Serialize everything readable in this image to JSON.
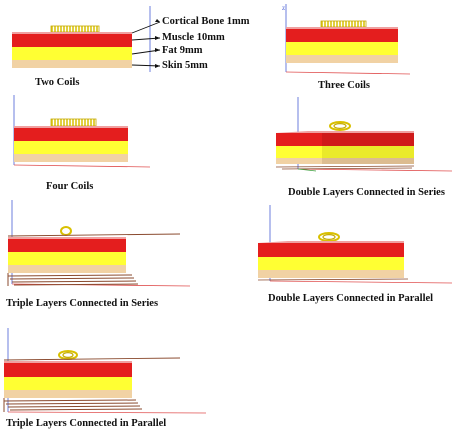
{
  "layers": [
    {
      "name": "Cortical Bone",
      "thickness": "1mm",
      "label": "Cortical Bone 1mm"
    },
    {
      "name": "Muscle",
      "thickness": "10mm",
      "label": "Muscle 10mm"
    },
    {
      "name": "Fat",
      "thickness": "9mm",
      "label": "Fat 9mm"
    },
    {
      "name": "Skin",
      "thickness": "5mm",
      "label": "Skin 5mm"
    }
  ],
  "panels": [
    {
      "id": "two-coils",
      "caption": "Two Coils"
    },
    {
      "id": "three-coils",
      "caption": "Three Coils"
    },
    {
      "id": "four-coils",
      "caption": "Four Coils"
    },
    {
      "id": "double-series",
      "caption": "Double Layers Connected in Series"
    },
    {
      "id": "triple-series",
      "caption": "Triple Layers Connected in Series"
    },
    {
      "id": "double-parallel",
      "caption": "Double Layers Connected in Parallel"
    },
    {
      "id": "triple-parallel",
      "caption": "Triple Layers Connected in Parallel"
    }
  ],
  "axis": {
    "z_label": "z"
  },
  "colors": {
    "bone_top": "#f0a0a0",
    "muscle": "#e41e1e",
    "muscle_side": "#b81414",
    "fat": "#ffff33",
    "fat_side": "#d8d820",
    "skin": "#f1d2a4",
    "skin_side": "#c9ab80",
    "coil": "#d9c000",
    "wire": "#8a4a2e",
    "axis_blue": "#4a5fd6",
    "axis_red": "#e05050",
    "axis_green": "#40a040"
  }
}
